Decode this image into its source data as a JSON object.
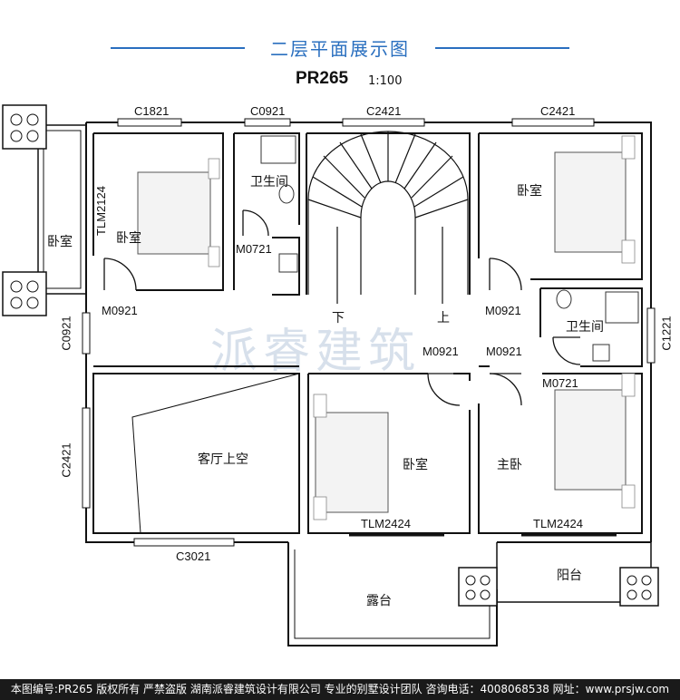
{
  "header": {
    "title": "二层平面展示图",
    "plan_code": "PR265",
    "scale": "1:100"
  },
  "rooms": {
    "bedroom_far_left": "卧室",
    "bedroom_nw": "卧室",
    "bathroom_n": "卫生间",
    "bedroom_ne": "卧室",
    "bathroom_e": "卫生间",
    "void": "客厅上空",
    "bedroom_center": "卧室",
    "master_bedroom": "主卧",
    "terrace": "露台",
    "balcony": "阳台"
  },
  "labels": {
    "c1821": "C1821",
    "c0921_top": "C0921",
    "c2421_top_mid": "C2421",
    "c2421_top_right": "C2421",
    "tlm2124": "TLM2124",
    "m0721_left": "M0721",
    "m0921_left": "M0921",
    "c0921_left": "C0921",
    "stair_down": "下",
    "stair_up": "上",
    "m0921_right": "M0921",
    "c1221": "C1221",
    "m0921_center_a": "M0921",
    "m0921_center_b": "M0921",
    "m0721_right": "M0721",
    "c2421_left": "C2421",
    "tlm2424_center": "TLM2424",
    "tlm2424_right": "TLM2424",
    "c3021": "C3021"
  },
  "watermark": "派睿建筑",
  "footer": "本图编号:PR265 版权所有 严禁盗版 湖南派睿建筑设计有限公司 专业的别墅设计团队 咨询电话：4008068538 网址：www.prsjw.com"
}
